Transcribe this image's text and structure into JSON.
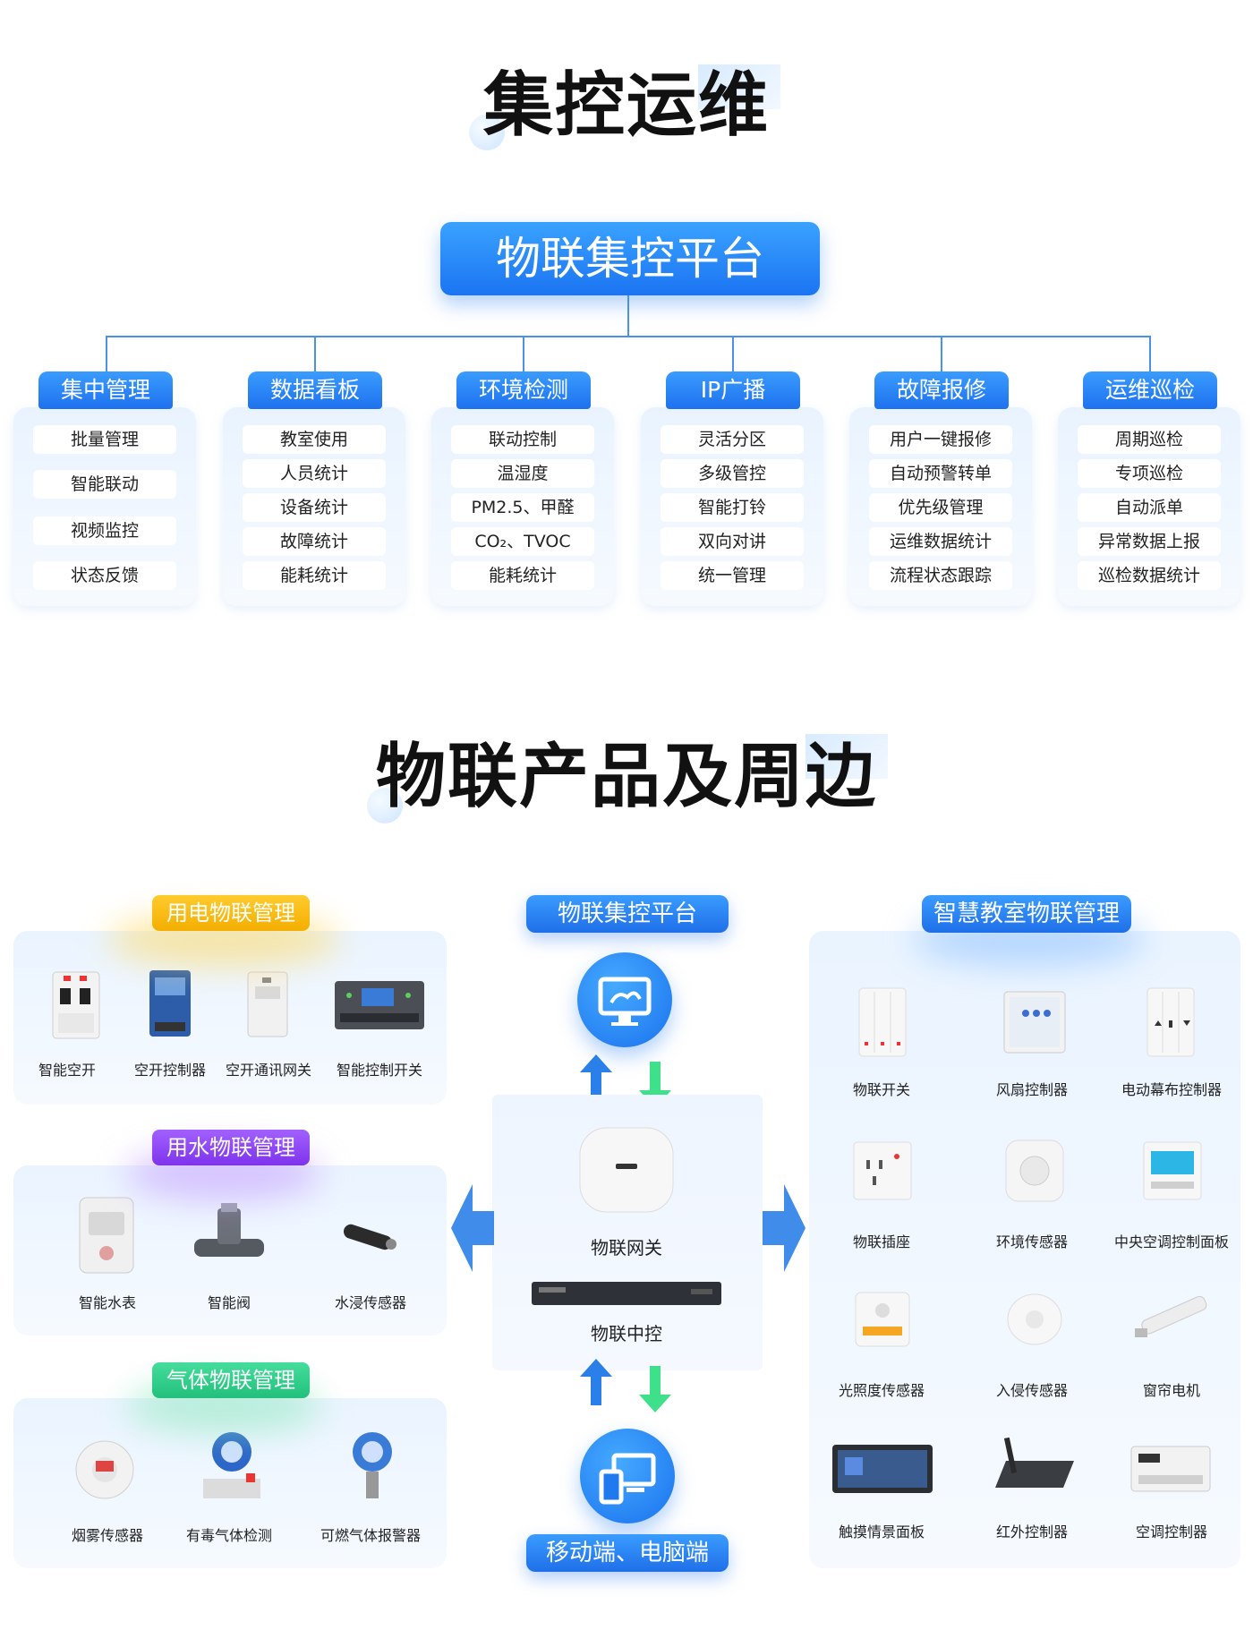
{
  "section1": {
    "title": "集控运维",
    "platform": "物联集控平台",
    "modules": [
      {
        "name": "集中管理",
        "items": [
          "批量管理",
          "智能联动",
          "视频监控",
          "状态反馈"
        ]
      },
      {
        "name": "数据看板",
        "items": [
          "教室使用",
          "人员统计",
          "设备统计",
          "故障统计",
          "能耗统计"
        ]
      },
      {
        "name": "环境检测",
        "items": [
          "联动控制",
          "温湿度",
          "PM2.5、甲醛",
          "CO₂、TVOC",
          "能耗统计"
        ]
      },
      {
        "name": "IP广播",
        "items": [
          "灵活分区",
          "多级管控",
          "智能打铃",
          "双向对讲",
          "统一管理"
        ]
      },
      {
        "name": "故障报修",
        "items": [
          "用户一键报修",
          "自动预警转单",
          "优先级管理",
          "运维数据统计",
          "流程状态跟踪"
        ]
      },
      {
        "name": "运维巡检",
        "items": [
          "周期巡检",
          "专项巡检",
          "自动派单",
          "异常数据上报",
          "巡检数据统计"
        ]
      }
    ]
  },
  "section2": {
    "title": "物联产品及周边",
    "electric": {
      "title": "用电物联管理",
      "items": [
        "智能空开",
        "空开控制器",
        "空开通讯网关",
        "智能控制开关"
      ]
    },
    "water": {
      "title": "用水物联管理",
      "items": [
        "智能水表",
        "智能阀",
        "水浸传感器"
      ]
    },
    "gas": {
      "title": "气体物联管理",
      "items": [
        "烟雾传感器",
        "有毒气体检测",
        "可燃气体报警器"
      ]
    },
    "center": {
      "platform": "物联集控平台",
      "gateway": "物联网关",
      "controller": "物联中控",
      "mobile": "移动端、电脑端"
    },
    "classroom": {
      "title": "智慧教室物联管理",
      "items": [
        "物联开关",
        "风扇控制器",
        "电动幕布控制器",
        "物联插座",
        "环境传感器",
        "中央空调控制面板",
        "光照度传感器",
        "入侵传感器",
        "窗帘电机",
        "触摸情景面板",
        "红外控制器",
        "空调控制器"
      ]
    },
    "colors": {
      "blue": "#1e72ee",
      "yellow": "#f5b400",
      "purple": "#8b3cf0",
      "green": "#2fce8b"
    }
  }
}
